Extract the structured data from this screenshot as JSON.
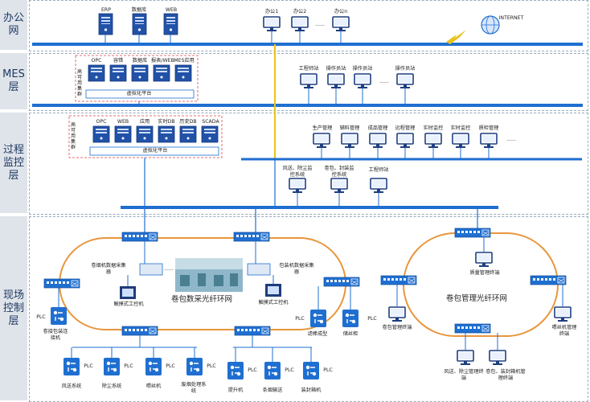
{
  "layers": [
    {
      "name": "办公网"
    },
    {
      "name": "MES层"
    },
    {
      "name": "过程监控层"
    },
    {
      "name": "现场控制层"
    }
  ],
  "office": {
    "servers": [
      "ERP",
      "数据库",
      "WEB"
    ],
    "pcs": [
      "办公1",
      "办公2",
      "......",
      "办公n"
    ],
    "internet": "INTERNET"
  },
  "mes": {
    "servers": [
      "OPC",
      "容错",
      "数据库",
      "报表/WEB",
      "MES应用"
    ],
    "cluster_label": "虚拟化平台",
    "side_label": "高可用集群",
    "stations": [
      "工程师站",
      "操作员站",
      "操作员站",
      "......",
      "操作员站"
    ]
  },
  "process": {
    "servers": [
      "OPC",
      "WEB",
      "应用",
      "实时DB",
      "历史DB",
      "SCADA"
    ],
    "cluster_label": "虚拟化平台",
    "side_label": "高可用集群",
    "mgmt": [
      "生产管理",
      "辅料管理",
      "成品管理",
      "远程管理",
      "实时监控",
      "实时监控",
      "质检管理",
      "......"
    ],
    "monitor": [
      "风送、除尘监控系统",
      "卷包、封装监控系统",
      "工程师站"
    ]
  },
  "field": {
    "left_ring_label": "卷包数采光纤环网",
    "right_ring_label": "卷包管理光纤环网",
    "collector_left": "卷烟机数据采集器",
    "collector_right": "包装机数据采集器",
    "touch_left": "触摸式工控机",
    "touch_right": "触摸式工控机",
    "dots": "......",
    "plc": "PLC",
    "link_label": "卷接包装连接机",
    "filter_label": "滤棒成型",
    "storage_label": "储丝柜",
    "bottom_devices": [
      "风送系统",
      "除尘系统",
      "喂丝机",
      "废烟处理系统",
      "提升机",
      "条烟输送",
      "装封箱机"
    ],
    "right_terminals": [
      "质量管理终端",
      "卷包管理终端",
      "喂丝机管理终端",
      "风送、除尘管理终端",
      "卷包、装封箱机管理终端"
    ]
  },
  "colors": {
    "bus": "#1f6fd1",
    "ring": "#e8963c",
    "link": "#e9c21e",
    "server": "#2252a8"
  }
}
